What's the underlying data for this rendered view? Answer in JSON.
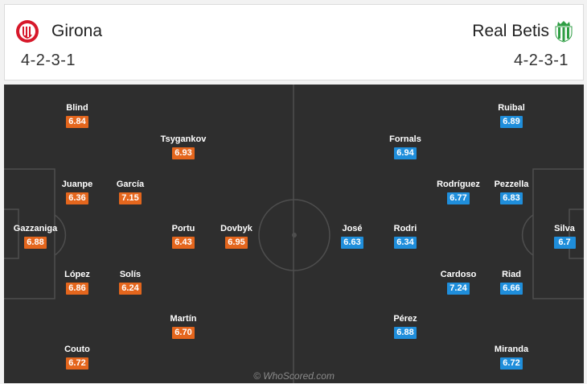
{
  "home": {
    "name": "Girona",
    "formation": "4-2-3-1",
    "color": "#e4661d",
    "crest_icon": "girona-crest-icon",
    "players": [
      {
        "name": "Gazzaniga",
        "rating": "6.88"
      },
      {
        "name": "Blind",
        "rating": "6.84"
      },
      {
        "name": "Juanpe",
        "rating": "6.36"
      },
      {
        "name": "López",
        "rating": "6.86"
      },
      {
        "name": "Couto",
        "rating": "6.72"
      },
      {
        "name": "García",
        "rating": "7.15"
      },
      {
        "name": "Solís",
        "rating": "6.24"
      },
      {
        "name": "Tsygankov",
        "rating": "6.93"
      },
      {
        "name": "Portu",
        "rating": "6.43"
      },
      {
        "name": "Martín",
        "rating": "6.70"
      },
      {
        "name": "Dovbyk",
        "rating": "6.95"
      }
    ]
  },
  "away": {
    "name": "Real Betis",
    "formation": "4-2-3-1",
    "color": "#1f8edb",
    "crest_icon": "real-betis-crest-icon",
    "players": [
      {
        "name": "Silva",
        "rating": "6.7"
      },
      {
        "name": "Ruibal",
        "rating": "6.89"
      },
      {
        "name": "Pezzella",
        "rating": "6.83"
      },
      {
        "name": "Riad",
        "rating": "6.66"
      },
      {
        "name": "Miranda",
        "rating": "6.72"
      },
      {
        "name": "Rodríguez",
        "rating": "6.77"
      },
      {
        "name": "Cardoso",
        "rating": "7.24"
      },
      {
        "name": "Fornals",
        "rating": "6.94"
      },
      {
        "name": "Rodri",
        "rating": "6.34"
      },
      {
        "name": "Pérez",
        "rating": "6.88"
      },
      {
        "name": "José",
        "rating": "6.63"
      }
    ]
  },
  "watermark": "© WhoScored.com"
}
